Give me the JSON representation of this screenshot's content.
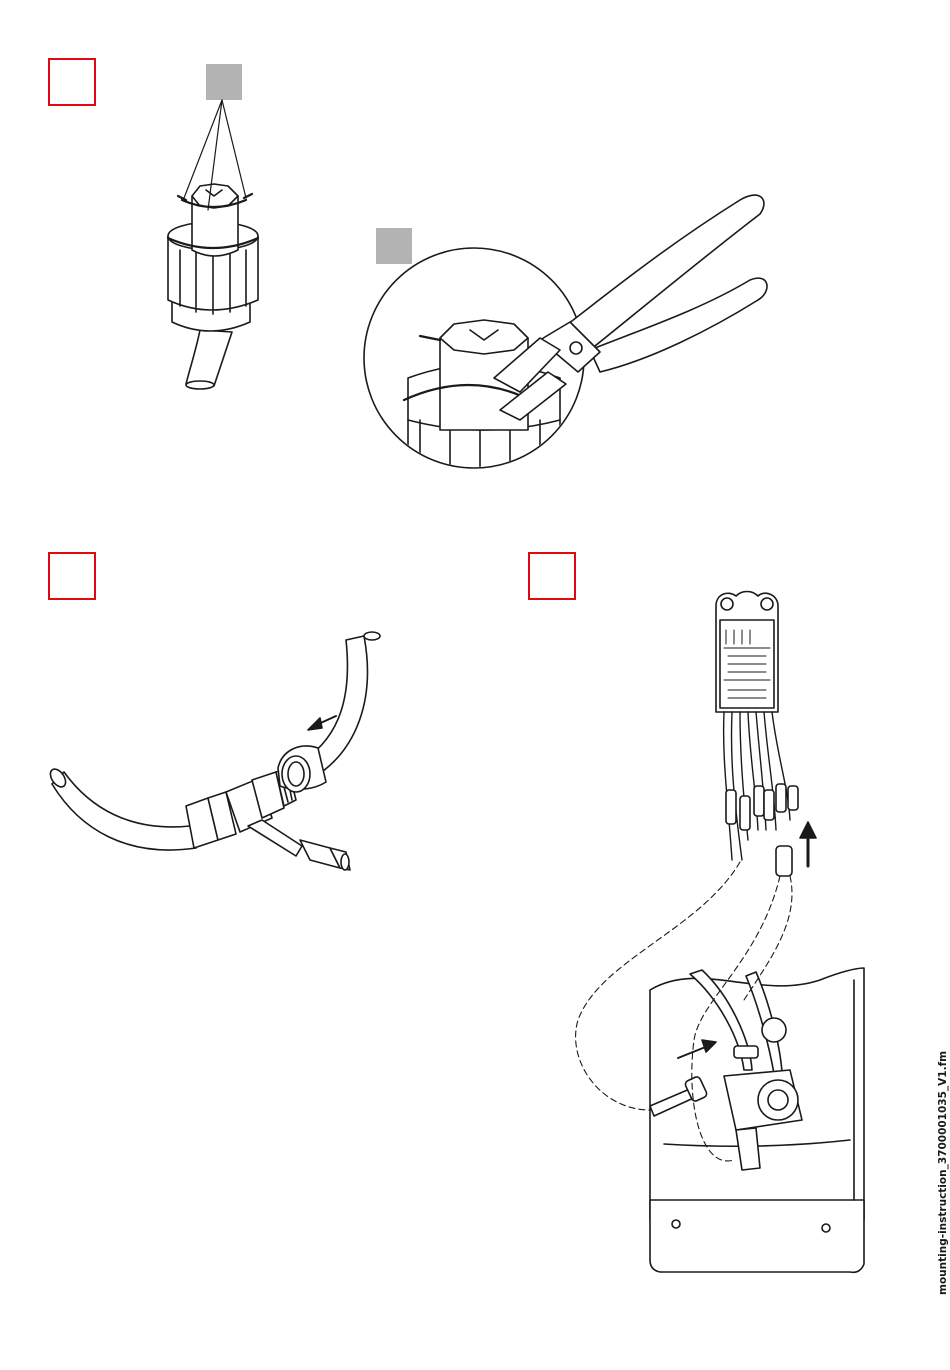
{
  "document": {
    "footer_filename": "mounting-instruction_3700001035_V1.fm"
  },
  "steps": [
    {
      "id": "step-1",
      "label": ""
    },
    {
      "id": "step-2",
      "label": ""
    },
    {
      "id": "step-3",
      "label": ""
    }
  ],
  "callouts": [
    {
      "id": "callout-a",
      "label": ""
    },
    {
      "id": "callout-b",
      "label": ""
    }
  ],
  "colors": {
    "step_frame": "#e30613",
    "callout_fill": "#b3b3b3",
    "line_art": "#1a1a1a"
  }
}
